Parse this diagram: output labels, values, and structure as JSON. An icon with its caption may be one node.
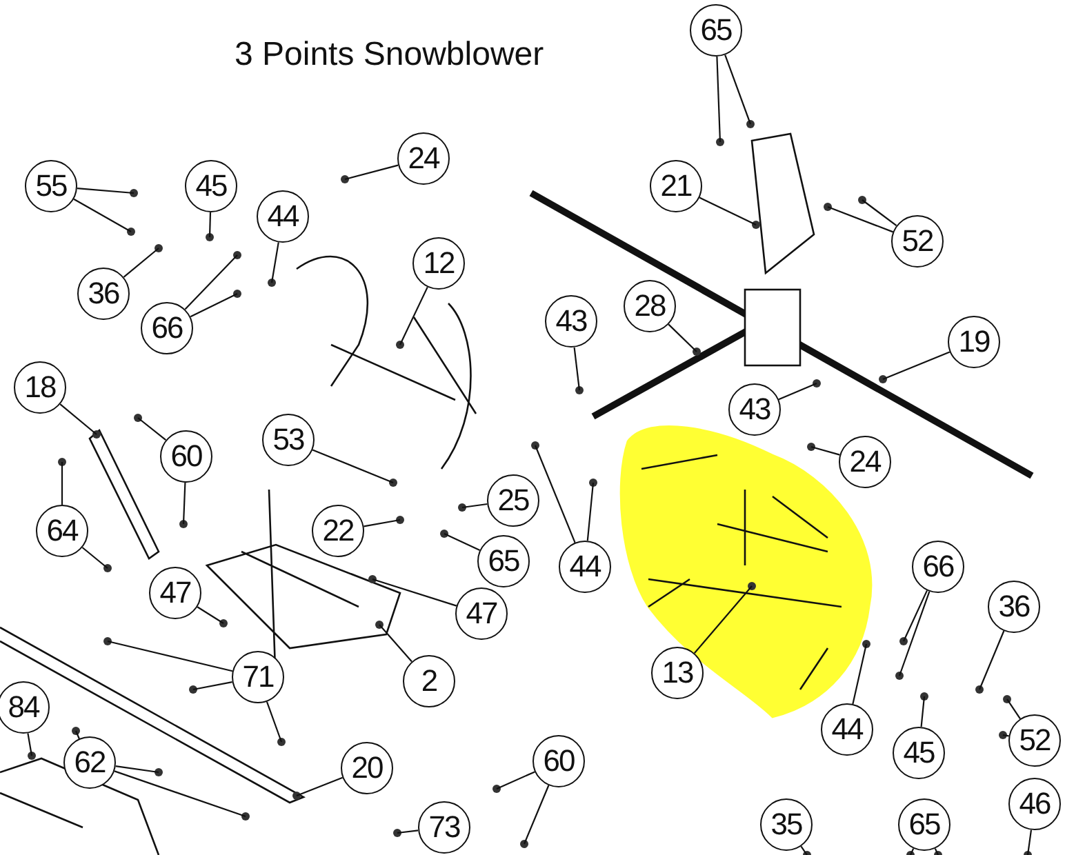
{
  "diagram": {
    "title": "3 Points Snowblower",
    "nodes": [
      {
        "text": [
          "65"
        ]
      },
      {
        "text": [
          "24"
        ]
      },
      {
        "text": [
          "55"
        ]
      },
      {
        "text": [
          "45"
        ]
      },
      {
        "text": [
          "21"
        ]
      },
      {
        "text": [
          "44"
        ]
      },
      {
        "text": [
          "52"
        ]
      },
      {
        "text": [
          "12"
        ]
      },
      {
        "text": [
          "36"
        ]
      },
      {
        "text": [
          "28"
        ]
      },
      {
        "text": [
          "43"
        ]
      },
      {
        "text": [
          "66"
        ]
      },
      {
        "text": [
          "19"
        ]
      },
      {
        "text": [
          "18"
        ]
      },
      {
        "text": [
          "43"
        ]
      },
      {
        "text": [
          "53"
        ]
      },
      {
        "text": [
          "60"
        ]
      },
      {
        "text": [
          "24"
        ]
      },
      {
        "text": [
          "25"
        ]
      },
      {
        "text": [
          "22"
        ]
      },
      {
        "text": [
          "64"
        ]
      },
      {
        "text": [
          "65"
        ]
      },
      {
        "text": [
          "44"
        ]
      },
      {
        "text": [
          "66"
        ]
      },
      {
        "text": [
          "47"
        ]
      },
      {
        "text": [
          "36"
        ]
      },
      {
        "text": [
          "47"
        ]
      },
      {
        "text": [
          "13"
        ]
      },
      {
        "text": [
          "71"
        ]
      },
      {
        "text": [
          "2"
        ]
      },
      {
        "text": [
          "84"
        ]
      },
      {
        "text": [
          "44"
        ]
      },
      {
        "text": [
          "52"
        ]
      },
      {
        "text": [
          "45"
        ]
      },
      {
        "text": [
          "62"
        ]
      },
      {
        "text": [
          "60"
        ]
      },
      {
        "text": [
          "20"
        ]
      },
      {
        "text": [
          "46"
        ]
      },
      {
        "text": [
          "35"
        ]
      },
      {
        "text": [
          "65"
        ]
      },
      {
        "text": [
          "73"
        ]
      }
    ],
    "edges": [
      {
        "from": 0,
        "to": null,
        "arrow": "none"
      },
      {
        "from": 0,
        "to": null,
        "arrow": "none"
      },
      {
        "from": 1,
        "to": null,
        "arrow": "none"
      },
      {
        "from": 2,
        "to": null,
        "arrow": "none"
      },
      {
        "from": 2,
        "to": null,
        "arrow": "none"
      },
      {
        "from": 3,
        "to": null,
        "arrow": "none"
      },
      {
        "from": 4,
        "to": null,
        "arrow": "none"
      },
      {
        "from": 5,
        "to": null,
        "arrow": "none"
      },
      {
        "from": 6,
        "to": null,
        "arrow": "none"
      },
      {
        "from": 6,
        "to": null,
        "arrow": "none"
      },
      {
        "from": 7,
        "to": null,
        "arrow": "none"
      },
      {
        "from": 8,
        "to": null,
        "arrow": "none"
      },
      {
        "from": 9,
        "to": null,
        "arrow": "none"
      },
      {
        "from": 10,
        "to": null,
        "arrow": "none"
      },
      {
        "from": 11,
        "to": null,
        "arrow": "none"
      },
      {
        "from": 11,
        "to": null,
        "arrow": "none"
      },
      {
        "from": 12,
        "to": null,
        "arrow": "none"
      },
      {
        "from": 13,
        "to": null,
        "arrow": "none"
      },
      {
        "from": 14,
        "to": null,
        "arrow": "none"
      },
      {
        "from": 15,
        "to": null,
        "arrow": "none"
      },
      {
        "from": 16,
        "to": null,
        "arrow": "none"
      },
      {
        "from": 16,
        "to": null,
        "arrow": "none"
      },
      {
        "from": 17,
        "to": null,
        "arrow": "none"
      },
      {
        "from": 18,
        "to": null,
        "arrow": "none"
      },
      {
        "from": 19,
        "to": null,
        "arrow": "none"
      },
      {
        "from": 20,
        "to": null,
        "arrow": "none"
      },
      {
        "from": 20,
        "to": null,
        "arrow": "none"
      },
      {
        "from": 21,
        "to": null,
        "arrow": "none"
      },
      {
        "from": 22,
        "to": null,
        "arrow": "none"
      },
      {
        "from": 22,
        "to": null,
        "arrow": "none"
      },
      {
        "from": 23,
        "to": null,
        "arrow": "none"
      },
      {
        "from": 23,
        "to": null,
        "arrow": "none"
      },
      {
        "from": 24,
        "to": null,
        "arrow": "none"
      },
      {
        "from": 25,
        "to": null,
        "arrow": "none"
      },
      {
        "from": 26,
        "to": null,
        "arrow": "none"
      },
      {
        "from": 27,
        "to": null,
        "arrow": "none"
      },
      {
        "from": 28,
        "to": null,
        "arrow": "none"
      },
      {
        "from": 28,
        "to": null,
        "arrow": "none"
      },
      {
        "from": 28,
        "to": null,
        "arrow": "none"
      },
      {
        "from": 29,
        "to": null,
        "arrow": "none"
      },
      {
        "from": 30,
        "to": null,
        "arrow": "none"
      },
      {
        "from": 31,
        "to": null,
        "arrow": "none"
      },
      {
        "from": 32,
        "to": null,
        "arrow": "none"
      },
      {
        "from": 32,
        "to": null,
        "arrow": "none"
      },
      {
        "from": 33,
        "to": null,
        "arrow": "none"
      },
      {
        "from": 34,
        "to": null,
        "arrow": "none"
      },
      {
        "from": 34,
        "to": null,
        "arrow": "none"
      },
      {
        "from": 34,
        "to": null,
        "arrow": "none"
      },
      {
        "from": 35,
        "to": null,
        "arrow": "none"
      },
      {
        "from": 35,
        "to": null,
        "arrow": "none"
      },
      {
        "from": 36,
        "to": null,
        "arrow": "none"
      },
      {
        "from": 37,
        "to": null,
        "arrow": "none"
      },
      {
        "from": 38,
        "to": null,
        "arrow": "none"
      },
      {
        "from": 39,
        "to": null,
        "arrow": "none"
      },
      {
        "from": 39,
        "to": null,
        "arrow": "none"
      },
      {
        "from": 40,
        "to": null,
        "arrow": "none"
      }
    ]
  }
}
